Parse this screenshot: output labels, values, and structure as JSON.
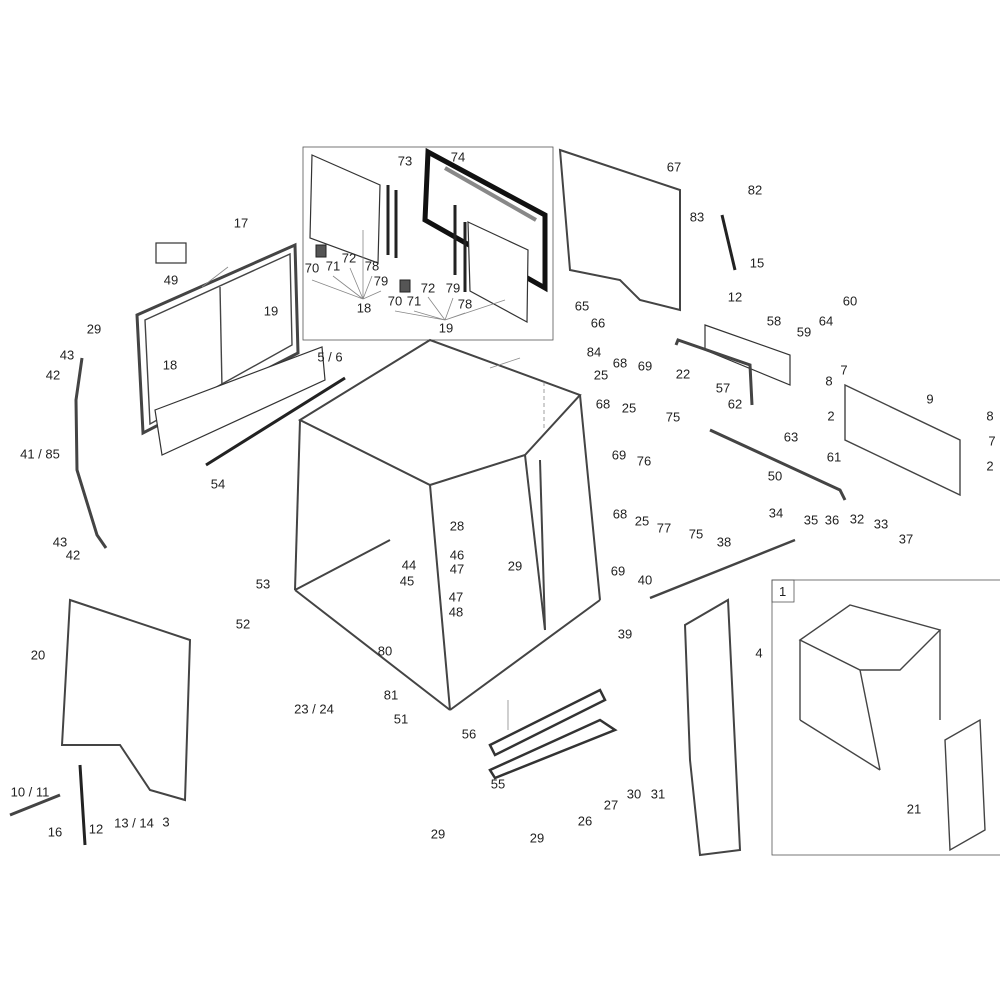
{
  "diagram": {
    "inset_box_label": "1",
    "callouts": [
      "73",
      "74",
      "70",
      "71",
      "72",
      "78",
      "79",
      "18",
      "70",
      "71",
      "72",
      "79",
      "78",
      "19",
      "17",
      "49",
      "19",
      "18",
      "29",
      "43",
      "42",
      "5 / 6",
      "54",
      "41 / 85",
      "43",
      "42",
      "20",
      "10 / 11",
      "16",
      "12",
      "13 / 14",
      "3",
      "53",
      "52",
      "23 / 24",
      "28",
      "44",
      "45",
      "46",
      "47",
      "29",
      "47",
      "48",
      "80",
      "81",
      "51",
      "56",
      "55",
      "29",
      "29",
      "26",
      "27",
      "30",
      "31",
      "67",
      "82",
      "83",
      "15",
      "12",
      "65",
      "66",
      "84",
      "58",
      "60",
      "59",
      "64",
      "7",
      "8",
      "25",
      "68",
      "69",
      "22",
      "57",
      "68",
      "25",
      "75",
      "62",
      "63",
      "9",
      "2",
      "8",
      "7",
      "2",
      "69",
      "76",
      "50",
      "61",
      "68",
      "25",
      "77",
      "75",
      "38",
      "34",
      "35",
      "36",
      "32",
      "33",
      "37",
      "69",
      "40",
      "39",
      "4",
      "21"
    ]
  }
}
